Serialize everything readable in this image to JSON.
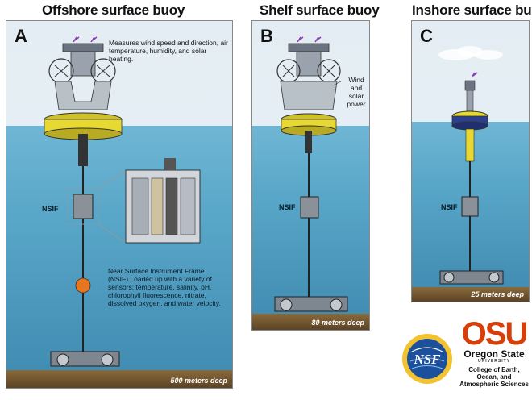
{
  "titles": {
    "a": "Offshore surface buoy",
    "b": "Shelf surface buoy",
    "c": "Inshore surface buoy"
  },
  "panels": {
    "a": {
      "letter": "A",
      "depth": "500 meters deep",
      "top_note": "Measures wind speed and direction, air temperature, humidity, and solar heating.",
      "nsif_label": "NSIF",
      "nsif_note": "Near Surface Instrument Frame (NSIF) Loaded up with a variety of sensors: temperature, salinity, pH, chlorophyll fluorescence, nitrate, dissolved oxygen, and water velocity."
    },
    "b": {
      "letter": "B",
      "depth": "80 meters deep",
      "power_note": "Wind and solar power",
      "nsif_label": "NSIF"
    },
    "c": {
      "letter": "C",
      "depth": "25 meters deep",
      "nsif_label": "NSIF"
    }
  },
  "logos": {
    "nsf": "NSF",
    "osu_letters": "OSU",
    "osu_name": "Oregon State",
    "osu_university": "UNIVERSITY",
    "osu_college": "College of Earth, Ocean, and Atmospheric Sciences"
  },
  "colors": {
    "buoy_yellow": "#e8d832",
    "inshore_blue": "#2a3f8f",
    "float_orange": "#e8761e",
    "osu_orange": "#d73f09",
    "water": "#58a6c8"
  }
}
